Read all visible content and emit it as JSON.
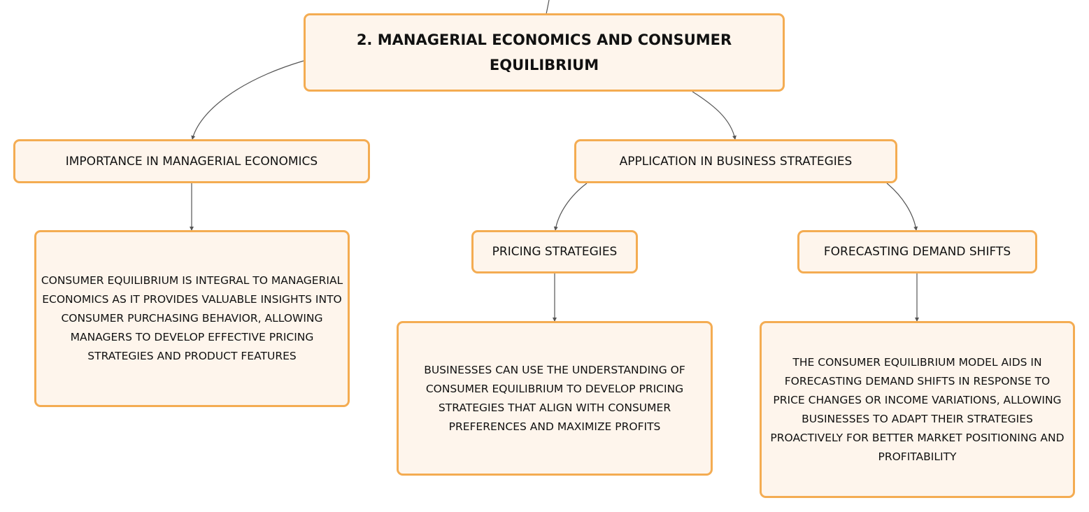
{
  "root": {
    "title": "2. MANAGERIAL ECONOMICS AND CONSUMER EQUILIBRIUM"
  },
  "branches": [
    {
      "label": "IMPORTANCE IN MANAGERIAL ECONOMICS",
      "description": "CONSUMER EQUILIBRIUM IS INTEGRAL TO MANAGERIAL ECONOMICS AS IT PROVIDES VALUABLE INSIGHTS INTO CONSUMER PURCHASING BEHAVIOR, ALLOWING MANAGERS TO DEVELOP EFFECTIVE PRICING STRATEGIES AND PRODUCT FEATURES"
    },
    {
      "label": "APPLICATION IN BUSINESS STRATEGIES",
      "children": [
        {
          "label": "PRICING STRATEGIES",
          "description": "BUSINESSES CAN USE THE UNDERSTANDING OF CONSUMER EQUILIBRIUM TO DEVELOP PRICING STRATEGIES THAT ALIGN WITH CONSUMER PREFERENCES AND MAXIMIZE PROFITS"
        },
        {
          "label": "FORECASTING DEMAND SHIFTS",
          "description": "THE CONSUMER EQUILIBRIUM MODEL AIDS IN FORECASTING DEMAND SHIFTS IN RESPONSE TO PRICE CHANGES OR INCOME VARIATIONS, ALLOWING BUSINESSES TO ADAPT THEIR STRATEGIES PROACTIVELY FOR BETTER MARKET POSITIONING AND PROFITABILITY"
        }
      ]
    }
  ],
  "colors": {
    "node_fill": "#fef5ec",
    "node_border": "#f4ac52",
    "connector": "#555555"
  }
}
